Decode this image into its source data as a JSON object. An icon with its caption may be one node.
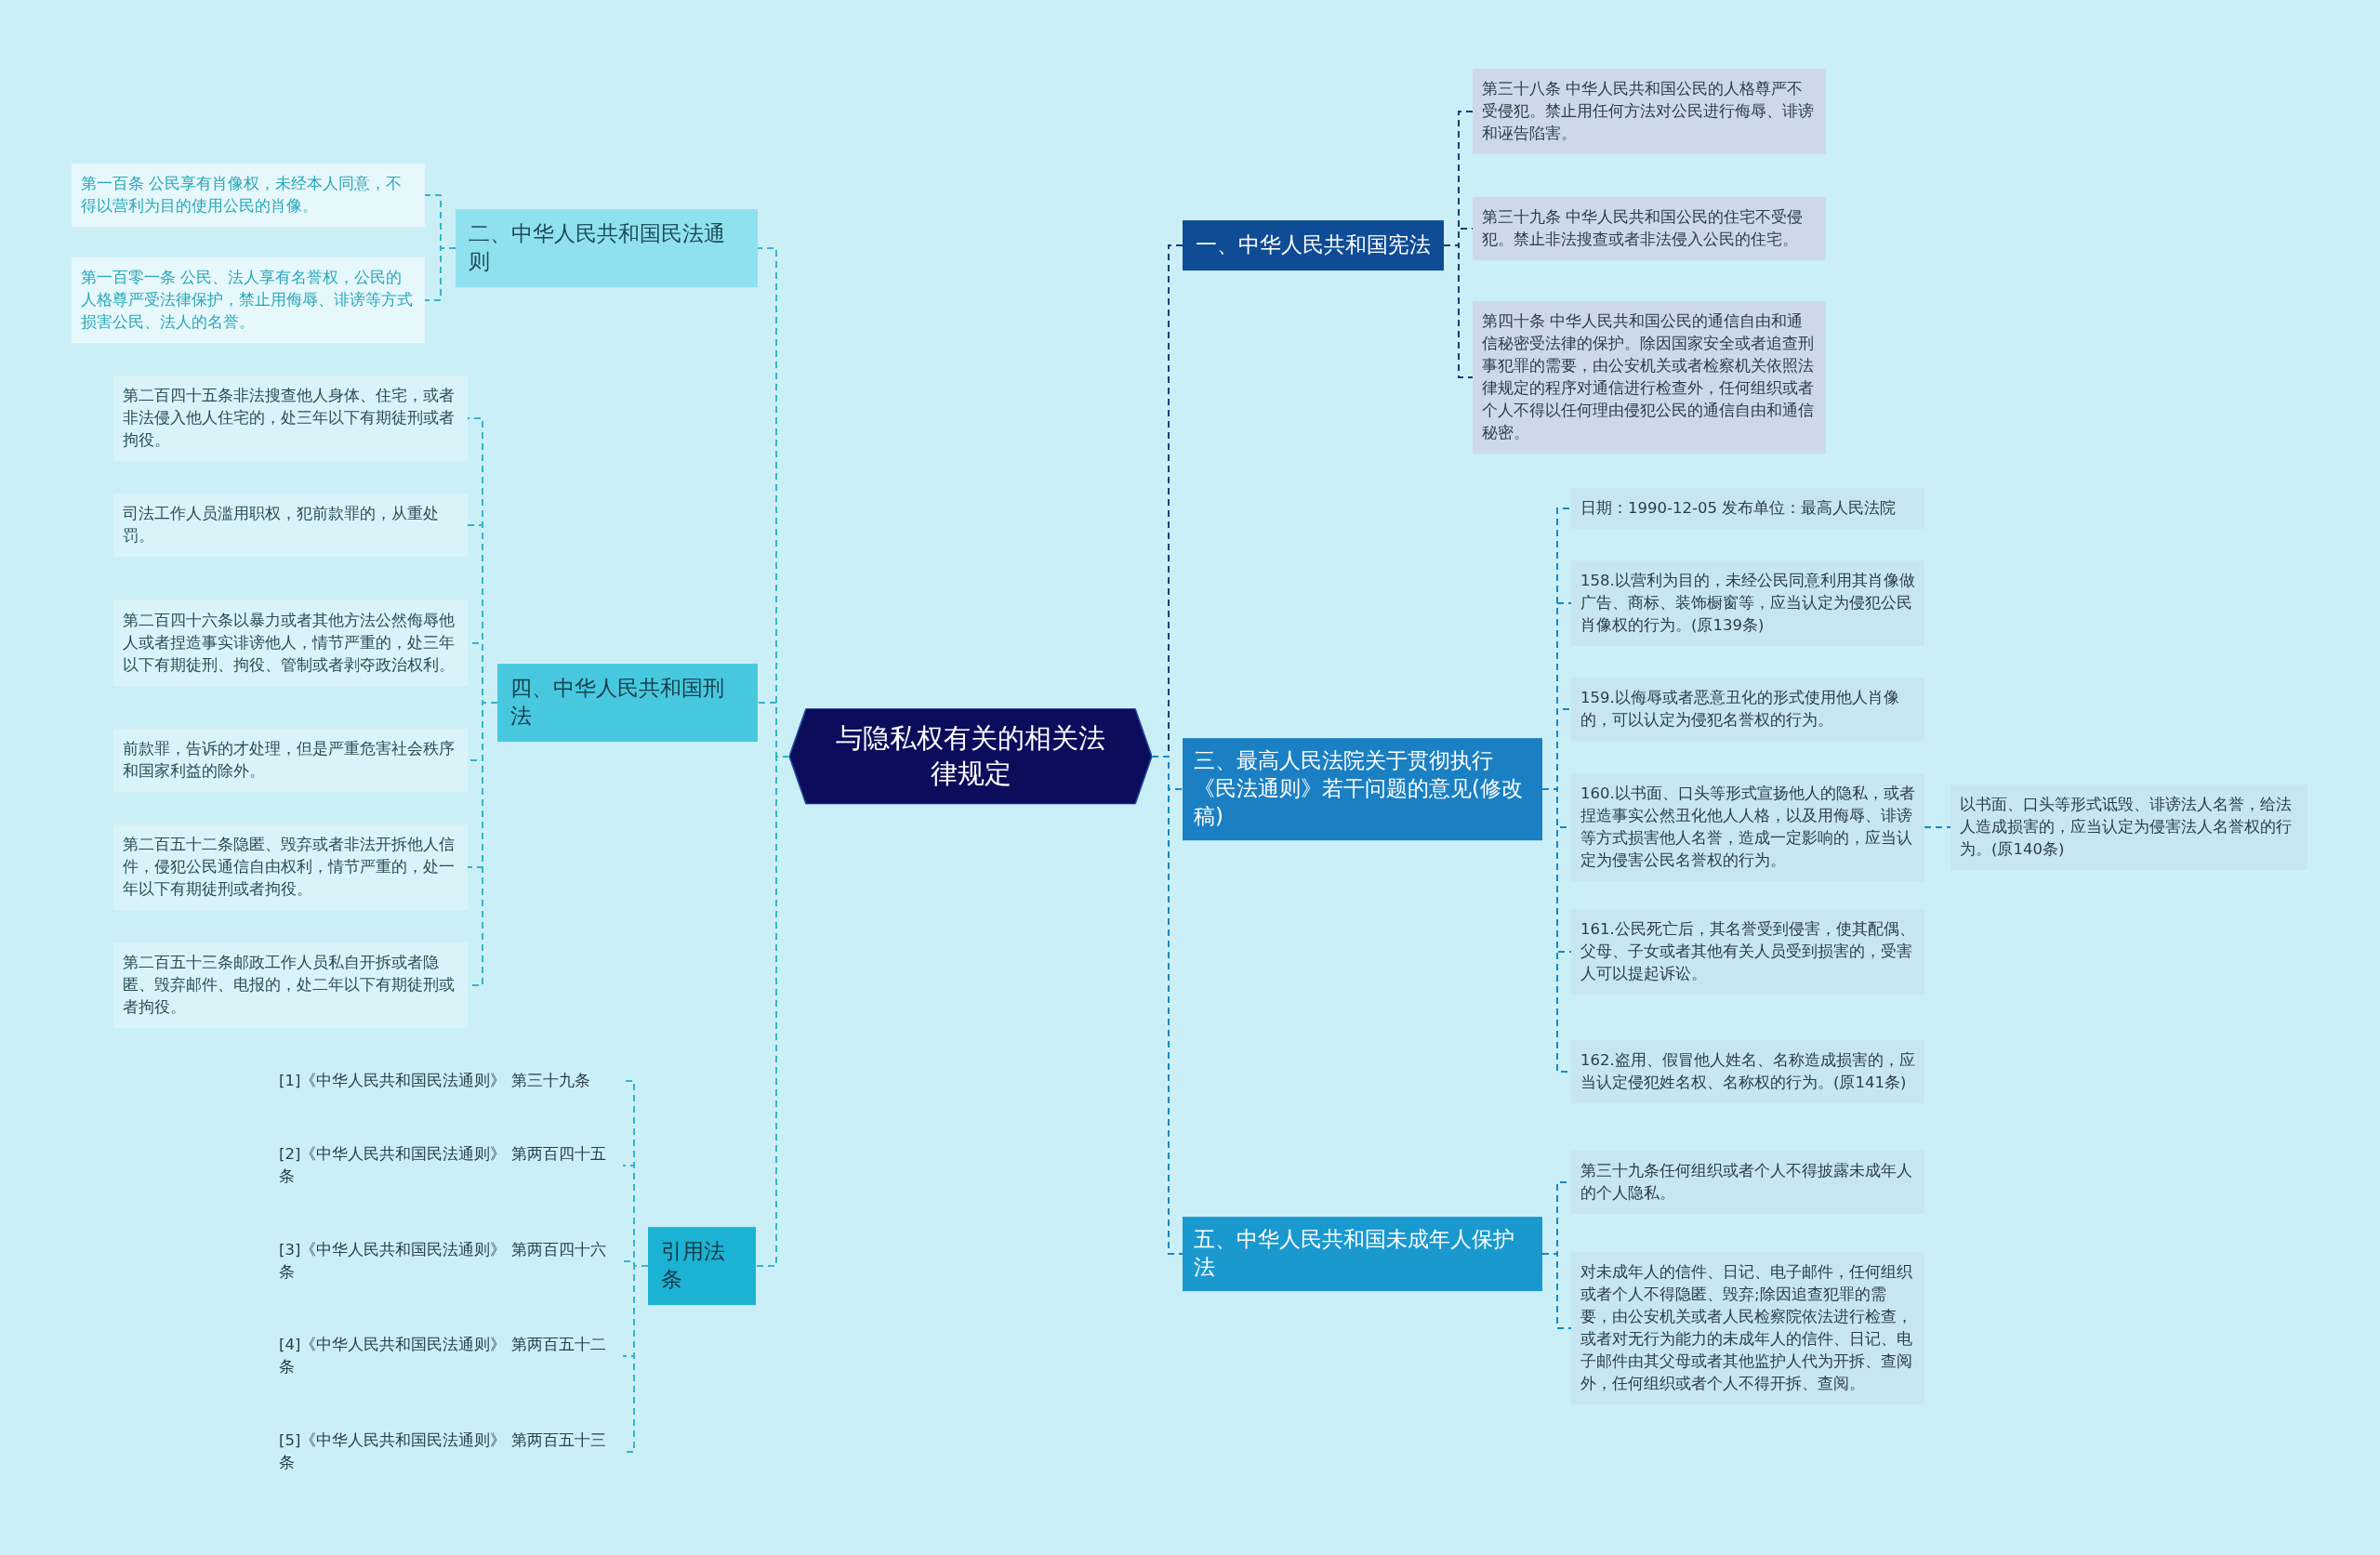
{
  "diagram": {
    "nodes": [
      {
        "text": [
          "与隐私权有关的相关法律规定"
        ]
      },
      {
        "text": [
          "二、中华人民共和国民法通则"
        ]
      },
      {
        "text": [
          "第一百条 公民享有肖像权，未经本人同意，不得以营利为目的使用公民的肖像。"
        ]
      },
      {
        "text": [
          "第一百零一条 公民、法人享有名誉权，公民的人格尊严受法律保护，禁止用侮辱、诽谤等方式损害公民、法人的名誉。"
        ]
      },
      {
        "text": [
          "四、中华人民共和国刑法"
        ]
      },
      {
        "text": [
          "第二百四十五条非法搜查他人身体、住宅，或者非法侵入他人住宅的，处三年以下有期徒刑或者拘役。"
        ]
      },
      {
        "text": [
          "司法工作人员滥用职权，犯前款罪的，从重处罚。"
        ]
      },
      {
        "text": [
          "第二百四十六条以暴力或者其他方法公然侮辱他人或者捏造事实诽谤他人，情节严重的，处三年以下有期徒刑、拘役、管制或者剥夺政治权利。"
        ]
      },
      {
        "text": [
          "前款罪，告诉的才处理，但是严重危害社会秩序和国家利益的除外。"
        ]
      },
      {
        "text": [
          "第二百五十二条隐匿、毁弃或者非法开拆他人信件，侵犯公民通信自由权利，情节严重的，处一年以下有期徒刑或者拘役。"
        ]
      },
      {
        "text": [
          "第二百五十三条邮政工作人员私自开拆或者隐匿、毁弃邮件、电报的，处二年以下有期徒刑或者拘役。"
        ]
      },
      {
        "text": [
          "引用法条"
        ]
      },
      {
        "text": [
          "[1]《中华人民共和国民法通则》 第三十九条"
        ]
      },
      {
        "text": [
          "[2]《中华人民共和国民法通则》 第两百四十五条"
        ]
      },
      {
        "text": [
          "[3]《中华人民共和国民法通则》 第两百四十六条"
        ]
      },
      {
        "text": [
          "[4]《中华人民共和国民法通则》 第两百五十二条"
        ]
      },
      {
        "text": [
          "[5]《中华人民共和国民法通则》 第两百五十三条"
        ]
      },
      {
        "text": [
          "一、中华人民共和国宪法"
        ]
      },
      {
        "text": [
          "第三十八条 中华人民共和国公民的人格尊严不受侵犯。禁止用任何方法对公民进行侮辱、诽谤和诬告陷害。"
        ]
      },
      {
        "text": [
          "第三十九条 中华人民共和国公民的住宅不受侵犯。禁止非法搜查或者非法侵入公民的住宅。"
        ]
      },
      {
        "text": [
          "第四十条 中华人民共和国公民的通信自由和通信秘密受法律的保护。除因国家安全或者追查刑事犯罪的需要，由公安机关或者检察机关依照法律规定的程序对通信进行检查外，任何组织或者个人不得以任何理由侵犯公民的通信自由和通信秘密。"
        ]
      },
      {
        "text": [
          "三、最高人民法院关于贯彻执行《民法通则》若干问题的意见(修改稿)"
        ]
      },
      {
        "text": [
          "日期：1990-12-05 发布单位：最高人民法院"
        ]
      },
      {
        "text": [
          "158.以营利为目的，未经公民同意利用其肖像做广告、商标、装饰橱窗等，应当认定为侵犯公民肖像权的行为。(原139条)"
        ]
      },
      {
        "text": [
          "159.以侮辱或者恶意丑化的形式使用他人肖像的，可以认定为侵犯名誉权的行为。"
        ]
      },
      {
        "text": [
          "160.以书面、口头等形式宣扬他人的隐私，或者捏造事实公然丑化他人人格，以及用侮辱、诽谤等方式损害他人名誉，造成一定影响的，应当认定为侵害公民名誉权的行为。"
        ]
      },
      {
        "text": [
          "以书面、口头等形式诋毁、诽谤法人名誉，给法人造成损害的，应当认定为侵害法人名誉权的行为。(原140条)"
        ]
      },
      {
        "text": [
          "161.公民死亡后，其名誉受到侵害，使其配偶、父母、子女或者其他有关人员受到损害的，受害人可以提起诉讼。"
        ]
      },
      {
        "text": [
          "162.盗用、假冒他人姓名、名称造成损害的，应当认定侵犯姓名权、名称权的行为。(原141条)"
        ]
      },
      {
        "text": [
          "五、中华人民共和国未成年人保护法"
        ]
      },
      {
        "text": [
          "第三十九条任何组织或者个人不得披露未成年人的个人隐私。"
        ]
      },
      {
        "text": [
          "对未成年人的信件、日记、电子邮件，任何组织或者个人不得隐匿、毁弃;除因追查犯罪的需要，由公安机关或者人民检察院依法进行检查，或者对无行为能力的未成年人的信件、日记、电子邮件由其父母或者其他监护人代为开拆、查阅外，任何组织或者个人不得开拆、查阅。"
        ]
      }
    ],
    "edges": [
      {
        "from": 0,
        "to": 1,
        "arrow": "none",
        "style": "dashed"
      },
      {
        "from": 1,
        "to": 2,
        "arrow": "none",
        "style": "dashed"
      },
      {
        "from": 1,
        "to": 3,
        "arrow": "none",
        "style": "dashed"
      },
      {
        "from": 0,
        "to": 4,
        "arrow": "none",
        "style": "dashed"
      },
      {
        "from": 4,
        "to": 5,
        "arrow": "none",
        "style": "dashed"
      },
      {
        "from": 4,
        "to": 6,
        "arrow": "none",
        "style": "dashed"
      },
      {
        "from": 4,
        "to": 7,
        "arrow": "none",
        "style": "dashed"
      },
      {
        "from": 4,
        "to": 8,
        "arrow": "none",
        "style": "dashed"
      },
      {
        "from": 4,
        "to": 9,
        "arrow": "none",
        "style": "dashed"
      },
      {
        "from": 4,
        "to": 10,
        "arrow": "none",
        "style": "dashed"
      },
      {
        "from": 0,
        "to": 11,
        "arrow": "none",
        "style": "dashed"
      },
      {
        "from": 11,
        "to": 12,
        "arrow": "none",
        "style": "dashed"
      },
      {
        "from": 11,
        "to": 13,
        "arrow": "none",
        "style": "dashed"
      },
      {
        "from": 11,
        "to": 14,
        "arrow": "none",
        "style": "dashed"
      },
      {
        "from": 11,
        "to": 15,
        "arrow": "none",
        "style": "dashed"
      },
      {
        "from": 11,
        "to": 16,
        "arrow": "none",
        "style": "dashed"
      },
      {
        "from": 0,
        "to": 17,
        "arrow": "none",
        "style": "dashed",
        "color": "#1a3f7a"
      },
      {
        "from": 17,
        "to": 18,
        "arrow": "none",
        "style": "dashed",
        "color": "#1a3f7a"
      },
      {
        "from": 17,
        "to": 19,
        "arrow": "none",
        "style": "dashed",
        "color": "#1a3f7a"
      },
      {
        "from": 17,
        "to": 20,
        "arrow": "none",
        "style": "dashed",
        "color": "#1a3f7a"
      },
      {
        "from": 0,
        "to": 21,
        "arrow": "none",
        "style": "dashed"
      },
      {
        "from": 21,
        "to": 22,
        "arrow": "none",
        "style": "dashed"
      },
      {
        "from": 21,
        "to": 23,
        "arrow": "none",
        "style": "dashed"
      },
      {
        "from": 21,
        "to": 24,
        "arrow": "none",
        "style": "dashed"
      },
      {
        "from": 21,
        "to": 25,
        "arrow": "none",
        "style": "dashed"
      },
      {
        "from": 25,
        "to": 26,
        "arrow": "none",
        "style": "dashed"
      },
      {
        "from": 21,
        "to": 27,
        "arrow": "none",
        "style": "dashed"
      },
      {
        "from": 21,
        "to": 28,
        "arrow": "none",
        "style": "dashed"
      },
      {
        "from": 0,
        "to": 29,
        "arrow": "none",
        "style": "dashed"
      },
      {
        "from": 29,
        "to": 30,
        "arrow": "none",
        "style": "dashed"
      },
      {
        "from": 29,
        "to": 31,
        "arrow": "none",
        "style": "dashed"
      }
    ]
  }
}
